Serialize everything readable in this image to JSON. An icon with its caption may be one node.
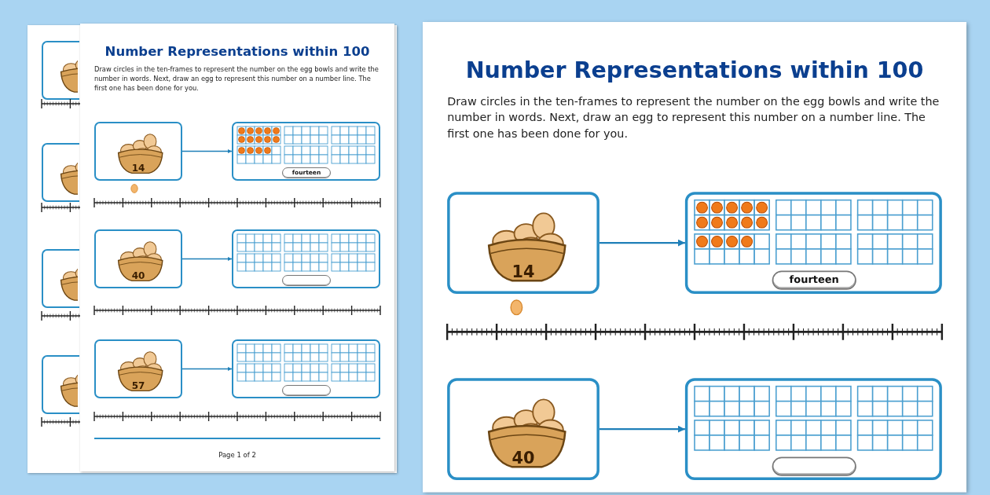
{
  "diagram": {
    "nodes": [
      {
        "text": [],
        "shape": "box"
      },
      {
        "text": [],
        "shape": "box"
      },
      {
        "text": [],
        "shape": "box"
      },
      {
        "text": [],
        "shape": "box"
      },
      {
        "text": [
          "Number Representations within 100",
          "Draw circles in the ten-frames to represent the number on the egg bowls and write the number in words. Next, draw an egg to represent this number on a number line. The first one has been done for you."
        ]
      },
      {
        "text": [
          "14"
        ],
        "in": 4
      },
      {
        "text": [
          "fourteen"
        ],
        "in": 4
      },
      {
        "text": [
          "40"
        ],
        "in": 4
      },
      {
        "text": [],
        "shape": "box",
        "in": 4
      },
      {
        "text": [
          "57"
        ],
        "in": 4
      },
      {
        "text": [],
        "shape": "box",
        "in": 4
      },
      {
        "text": [
          "Number Representations within 100",
          "Draw circles in the ten-frames to represent the number on the egg bowls and write the number in words. Next, draw an egg to represent this number on a number line. The first one has been done for you."
        ]
      },
      {
        "text": [
          "14"
        ],
        "in": 11
      },
      {
        "text": [
          "fourteen"
        ],
        "in": 11
      },
      {
        "text": [
          "40"
        ],
        "in": 11
      },
      {
        "text": [],
        "shape": "box",
        "in": 11
      }
    ],
    "edges": [
      {
        "from": 5,
        "to": 6,
        "arrow": "to"
      },
      {
        "from": 7,
        "to": 8,
        "arrow": "to"
      },
      {
        "from": 9,
        "to": 10,
        "arrow": "to"
      },
      {
        "from": 12,
        "to": 13,
        "arrow": "to"
      },
      {
        "from": 14,
        "to": 15,
        "arrow": "to"
      }
    ],
    "labels": [
      "Page 1 of 2"
    ]
  }
}
